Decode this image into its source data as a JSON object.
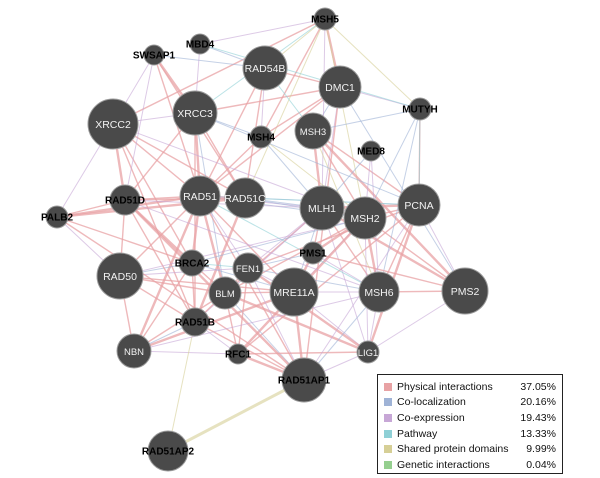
{
  "colors": {
    "node_fill": "#4a4a4a",
    "node_stroke": "#9a9a9a",
    "inner_label": "#f2f2f2",
    "outer_label": "#000000"
  },
  "legend": [
    {
      "label": "Physical interactions",
      "percent": "37.05%",
      "color": "#e8a2a4"
    },
    {
      "label": "Co-localization",
      "percent": "20.16%",
      "color": "#9fb3d6"
    },
    {
      "label": "Co-expression",
      "percent": "19.43%",
      "color": "#c7a7d6"
    },
    {
      "label": "Pathway",
      "percent": "13.33%",
      "color": "#8fd0d6"
    },
    {
      "label": "Shared protein domains",
      "percent": "9.99%",
      "color": "#d6cf96"
    },
    {
      "label": "Genetic interactions",
      "percent": "0.04%",
      "color": "#95cf8f"
    }
  ],
  "nodes": [
    {
      "id": "MSH5",
      "label": "MSH5"
    },
    {
      "id": "MBD4",
      "label": "MBD4"
    },
    {
      "id": "SWSAP1",
      "label": "SWSAP1"
    },
    {
      "id": "RAD54B",
      "label": "RAD54B"
    },
    {
      "id": "DMC1",
      "label": "DMC1"
    },
    {
      "id": "MUTYH",
      "label": "MUTYH"
    },
    {
      "id": "XRCC2",
      "label": "XRCC2"
    },
    {
      "id": "XRCC3",
      "label": "XRCC3"
    },
    {
      "id": "MSH4",
      "label": "MSH4"
    },
    {
      "id": "MSH3",
      "label": "MSH3"
    },
    {
      "id": "MED8",
      "label": "MED8"
    },
    {
      "id": "RAD51D",
      "label": "RAD51D"
    },
    {
      "id": "RAD51",
      "label": "RAD51"
    },
    {
      "id": "RAD51C",
      "label": "RAD51C"
    },
    {
      "id": "MLH1",
      "label": "MLH1"
    },
    {
      "id": "MSH2",
      "label": "MSH2"
    },
    {
      "id": "PCNA",
      "label": "PCNA"
    },
    {
      "id": "PALB2",
      "label": "PALB2"
    },
    {
      "id": "BRCA2",
      "label": "BRCA2"
    },
    {
      "id": "FEN1",
      "label": "FEN1"
    },
    {
      "id": "PMS1",
      "label": "PMS1"
    },
    {
      "id": "RAD50",
      "label": "RAD50"
    },
    {
      "id": "BLM",
      "label": "BLM"
    },
    {
      "id": "MRE11A",
      "label": "MRE11A"
    },
    {
      "id": "MSH6",
      "label": "MSH6"
    },
    {
      "id": "PMS2",
      "label": "PMS2"
    },
    {
      "id": "RAD51B",
      "label": "RAD51B"
    },
    {
      "id": "NBN",
      "label": "NBN"
    },
    {
      "id": "RFC1",
      "label": "RFC1"
    },
    {
      "id": "LIG1",
      "label": "LIG1"
    },
    {
      "id": "RAD51AP1",
      "label": "RAD51AP1"
    },
    {
      "id": "RAD51AP2",
      "label": "RAD51AP2"
    }
  ]
}
